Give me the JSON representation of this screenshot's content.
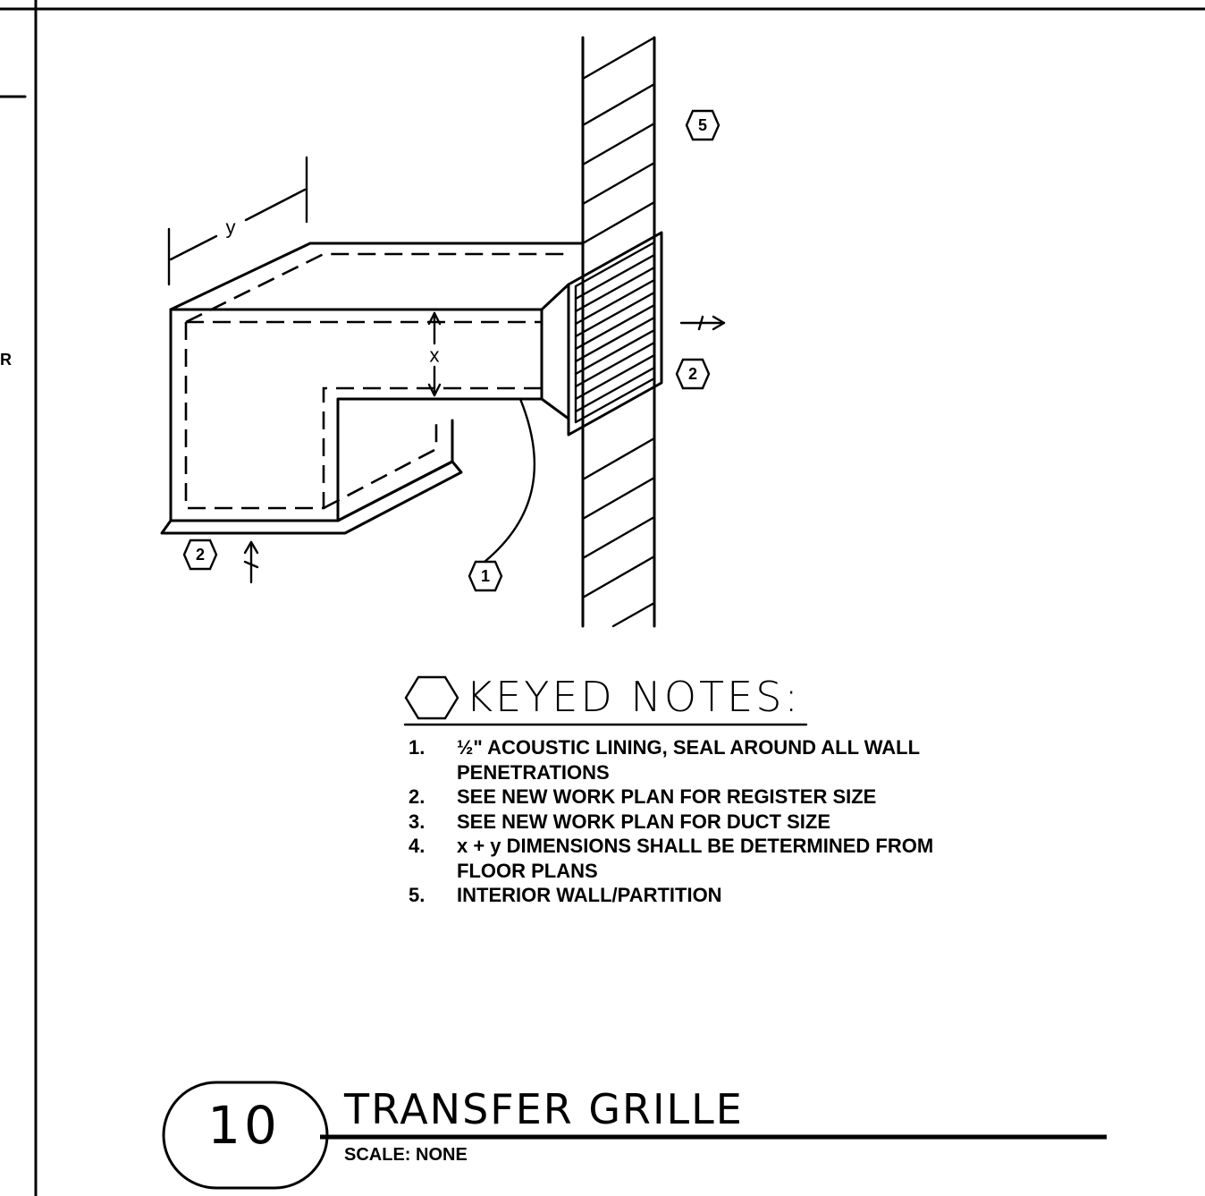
{
  "side_fragment": "R",
  "diagram": {
    "dimension_labels": {
      "width": "y",
      "height": "x"
    },
    "callouts": [
      "5",
      "2",
      "2",
      "1"
    ]
  },
  "keyed_notes": {
    "title": "KEYED NOTES:",
    "items": [
      {
        "num": "1.",
        "text": "½\" ACOUSTIC LINING, SEAL AROUND ALL WALL PENETRATIONS"
      },
      {
        "num": "2.",
        "text": "SEE NEW WORK PLAN FOR REGISTER SIZE"
      },
      {
        "num": "3.",
        "text": "SEE NEW WORK PLAN FOR DUCT SIZE"
      },
      {
        "num": "4.",
        "text": "x + y DIMENSIONS SHALL BE DETERMINED FROM FLOOR PLANS"
      },
      {
        "num": "5.",
        "text": "INTERIOR WALL/PARTITION"
      }
    ]
  },
  "title_block": {
    "detail_number": "10",
    "title": "TRANSFER GRILLE",
    "scale": "SCALE: NONE"
  }
}
